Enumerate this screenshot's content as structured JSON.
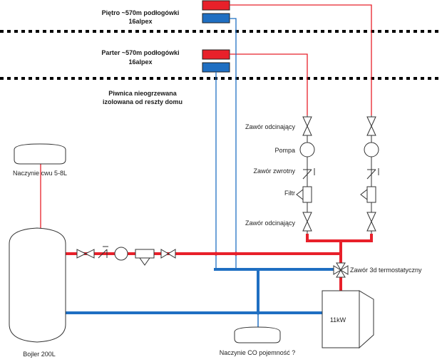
{
  "zones": {
    "floor1": {
      "line1": "Piętro ~570m podłogówki",
      "line2": "16alpex"
    },
    "ground": {
      "line1": "Parter ~570m podłogówki",
      "line2": "16alpex"
    },
    "basement": {
      "line1": "Piwnica nieogrzewana",
      "line2": "izolowana od reszty domu"
    }
  },
  "components": {
    "shutoff_valve_top": "Zawór odcinający",
    "pump": "Pompa",
    "check_valve": "Zawór zwrotny",
    "filter": "Filtr",
    "shutoff_valve_bottom": "Zawór odcinający",
    "three_way_valve": "Zawór 3d termostatyczny",
    "boiler": "11kW",
    "dhw_tank": "Bojler 200L",
    "dhw_expansion": "Naczynie cwu 5-8L",
    "ch_expansion": "Naczynie CO pojemność ?"
  },
  "colors": {
    "supply": "#e8202a",
    "return": "#1f6fc2",
    "outline": "#333333"
  }
}
